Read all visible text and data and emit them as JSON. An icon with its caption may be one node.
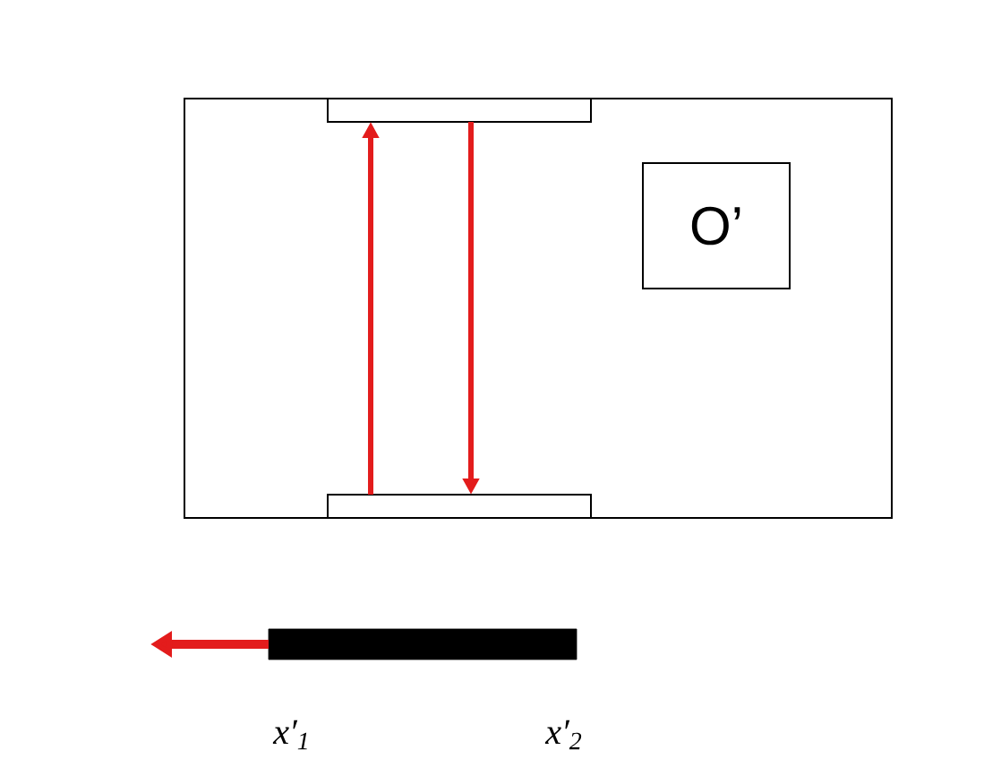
{
  "diagram": {
    "nodes": [
      {
        "text": [],
        "shape": "box"
      },
      {
        "text": [],
        "shape": "box",
        "in": 0
      },
      {
        "text": [],
        "shape": "box",
        "in": 0
      },
      {
        "text": [
          "O’"
        ],
        "in": 0
      },
      {
        "text": [],
        "shape": "bar"
      }
    ],
    "edges": [
      {
        "from": 2,
        "to": 1,
        "arrow": "to"
      },
      {
        "from": 1,
        "to": 2,
        "arrow": "to"
      }
    ],
    "labels": [
      "x′$_{1}$",
      "x′$_{2}$"
    ]
  }
}
